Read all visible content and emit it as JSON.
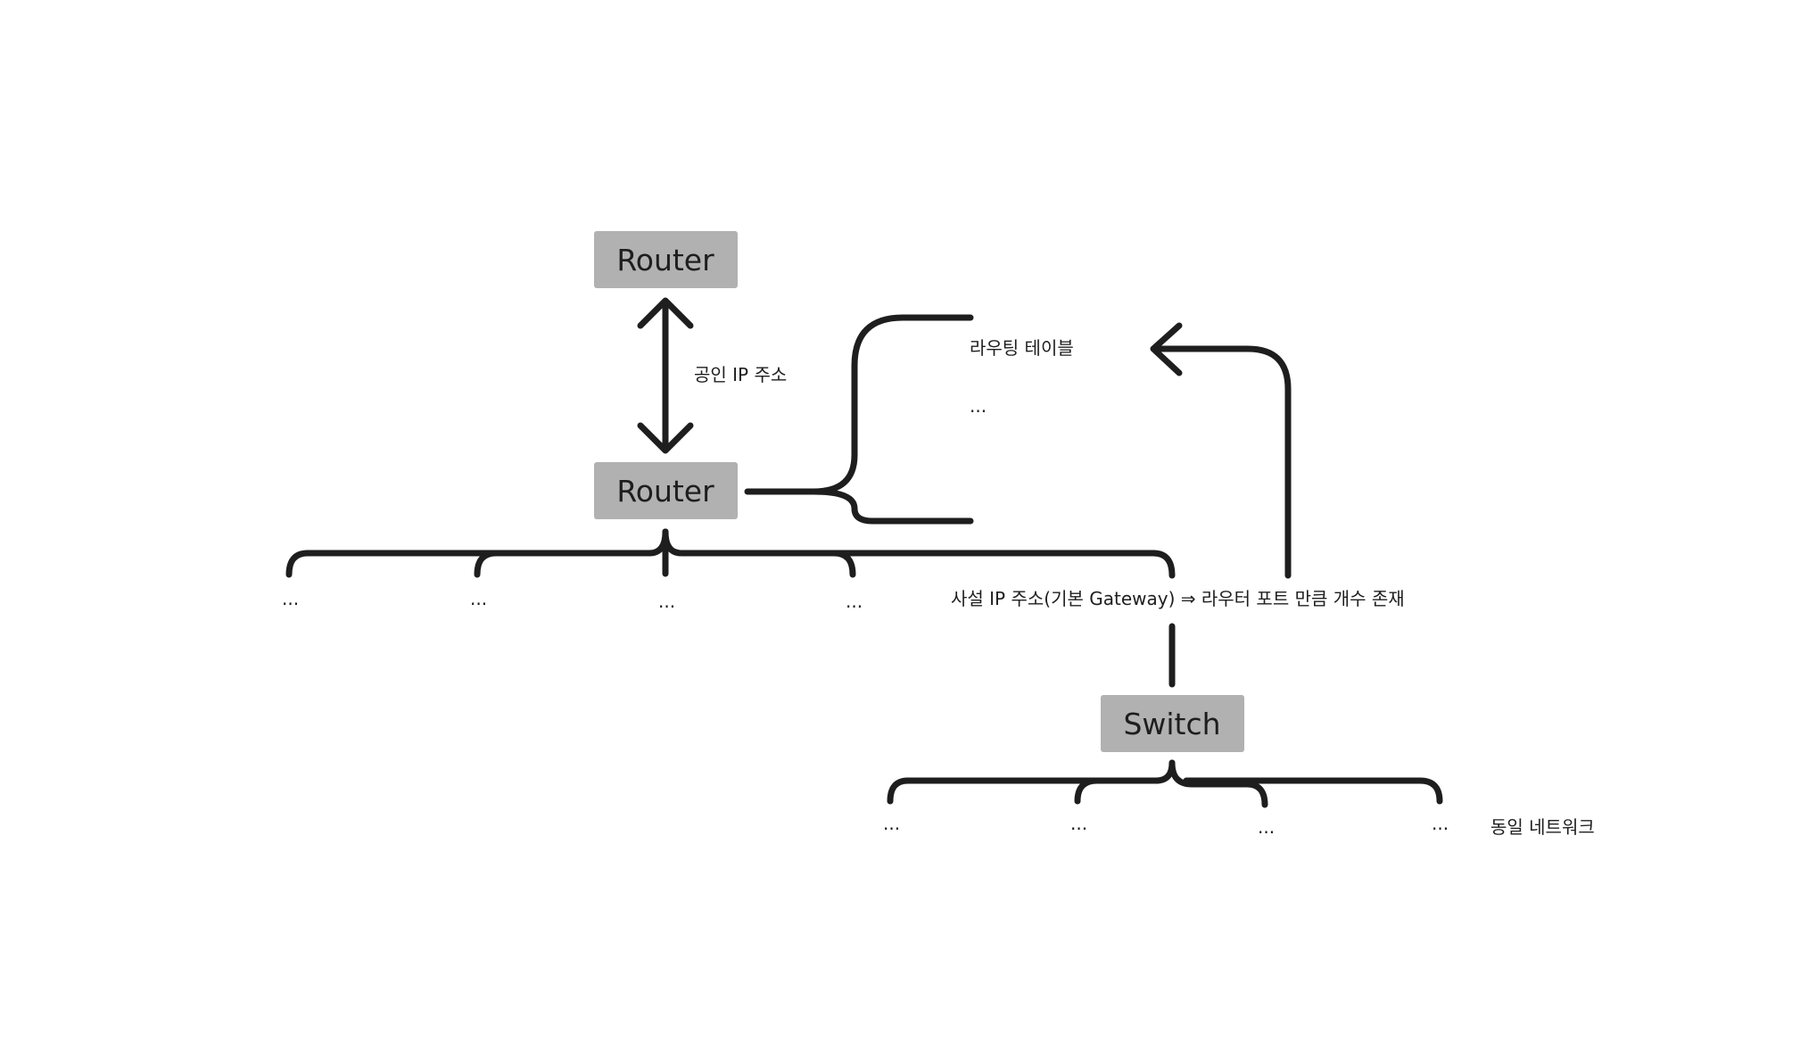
{
  "nodes": {
    "top_router": "Router",
    "main_router": "Router",
    "switch": "Switch"
  },
  "labels": {
    "public_ip": "공인 IP 주소",
    "routing_table": "라우팅 테이블",
    "routing_table_more": "...",
    "private_ip": "사설 IP 주소(기본 Gateway) ⇒ 라우터 포트 만큼 개수 존재",
    "same_network": "동일 네트워크"
  },
  "router_branches": [
    "...",
    "...",
    "...",
    "..."
  ],
  "switch_branches": [
    "...",
    "...",
    "...",
    "..."
  ],
  "colors": {
    "box": "#b1b1b1",
    "stroke": "#1e1e1e",
    "text": "#1e1e1e"
  }
}
